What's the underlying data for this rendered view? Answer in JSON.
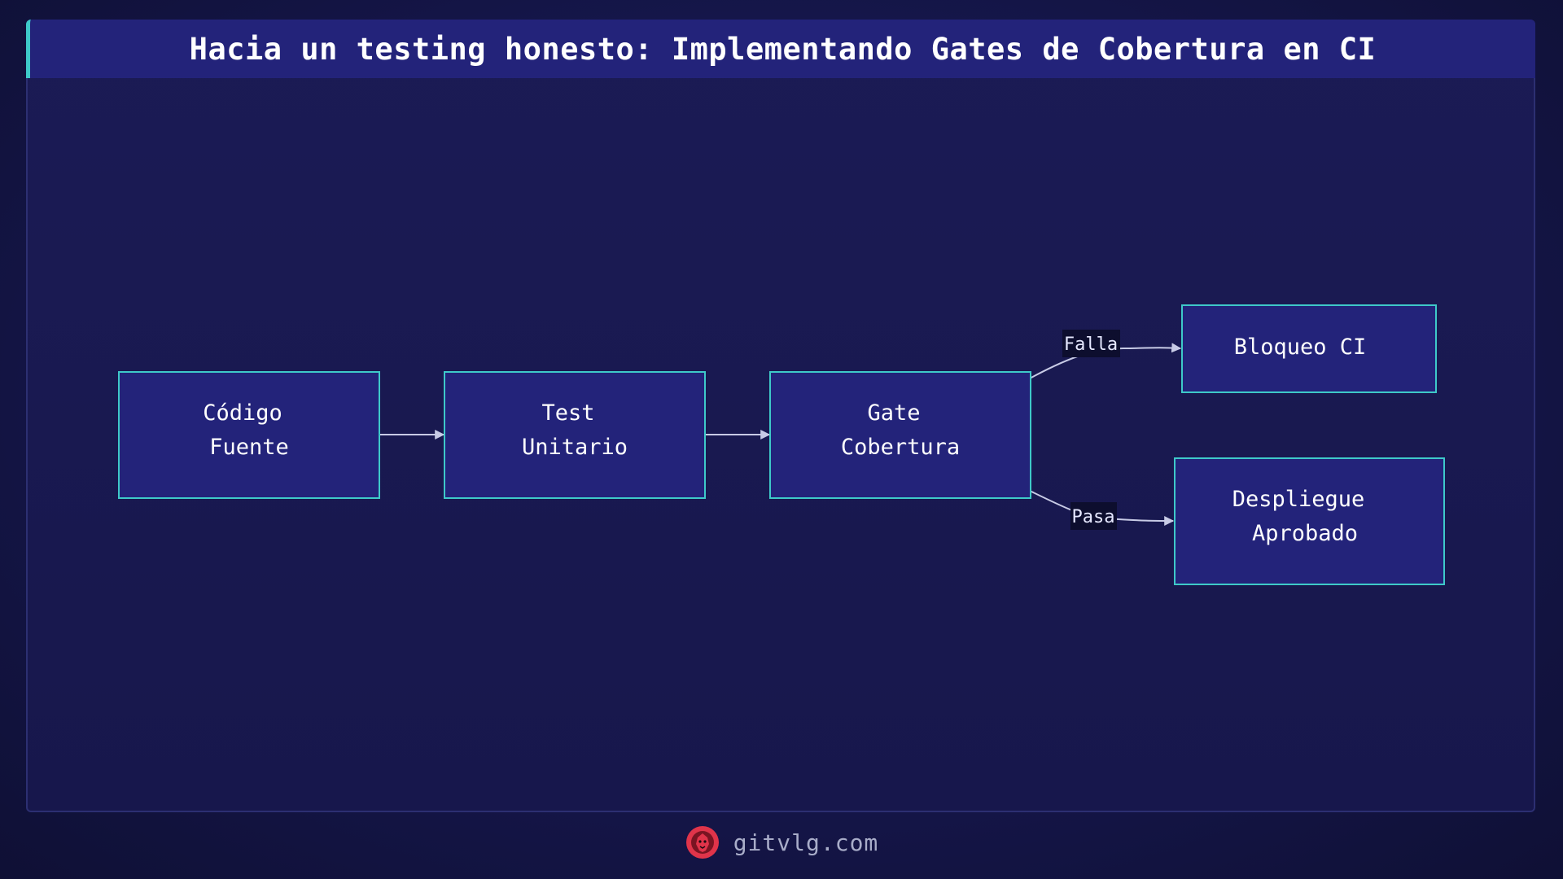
{
  "title": "Hacia un testing honesto: Implementando Gates de Cobertura en CI",
  "nodes": [
    {
      "id": "codigo-fuente",
      "lines": [
        "Código",
        "Fuente"
      ]
    },
    {
      "id": "test-unitario",
      "lines": [
        "Test",
        "Unitario"
      ]
    },
    {
      "id": "gate-cobertura",
      "lines": [
        "Gate",
        "Cobertura"
      ]
    },
    {
      "id": "bloqueo-ci",
      "lines": [
        "Bloqueo CI"
      ]
    },
    {
      "id": "despliegue-aprobado",
      "lines": [
        "Despliegue",
        "Aprobado"
      ]
    }
  ],
  "edges": [
    {
      "from": "codigo-fuente",
      "to": "test-unitario",
      "label": ""
    },
    {
      "from": "test-unitario",
      "to": "gate-cobertura",
      "label": ""
    },
    {
      "from": "gate-cobertura",
      "to": "bloqueo-ci",
      "label": "Falla"
    },
    {
      "from": "gate-cobertura",
      "to": "despliegue-aprobado",
      "label": "Pasa"
    }
  ],
  "footer": {
    "site": "gitvlg.com",
    "logo_icon": "lion-logo-icon"
  },
  "colors": {
    "background": "#15164a",
    "node_fill": "#23237a",
    "node_border": "#3ec9c9",
    "edge": "#c8cbe6",
    "label_bg": "#0d0e2e",
    "logo": "#e0344a"
  }
}
